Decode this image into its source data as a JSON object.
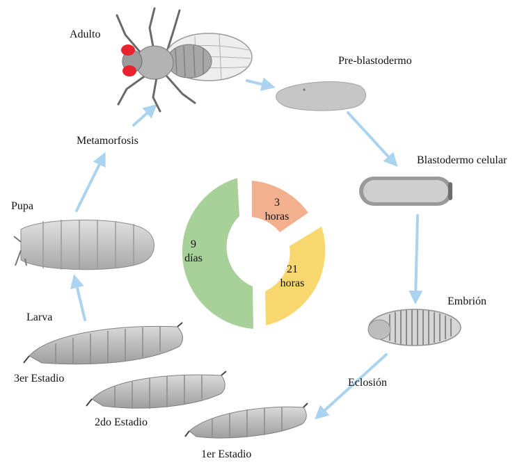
{
  "stages": {
    "adulto": "Adulto",
    "pre_blastodermo": "Pre-blastodermo",
    "blastodermo_celular": "Blastodermo celular",
    "embrion": "Embrión",
    "eclosion": "Eclosión",
    "primer_estadio": "1er Estadio",
    "segundo_estadio": "2do Estadio",
    "tercer_estadio": "3er Estadio",
    "larva": "Larva",
    "pupa": "Pupa",
    "metamorfosis": "Metamorfosis"
  },
  "donut": {
    "segments": [
      {
        "num": "3",
        "unit": "horas",
        "color": "#f2b08f"
      },
      {
        "num": "21",
        "unit": "horas",
        "color": "#f8d86e"
      },
      {
        "num": "9",
        "unit": "días",
        "color": "#a8d19a"
      }
    ]
  },
  "colors": {
    "arrow": "#a9d3ee",
    "organism": "#c8c8c8",
    "fly_eye": "#e8232d"
  }
}
